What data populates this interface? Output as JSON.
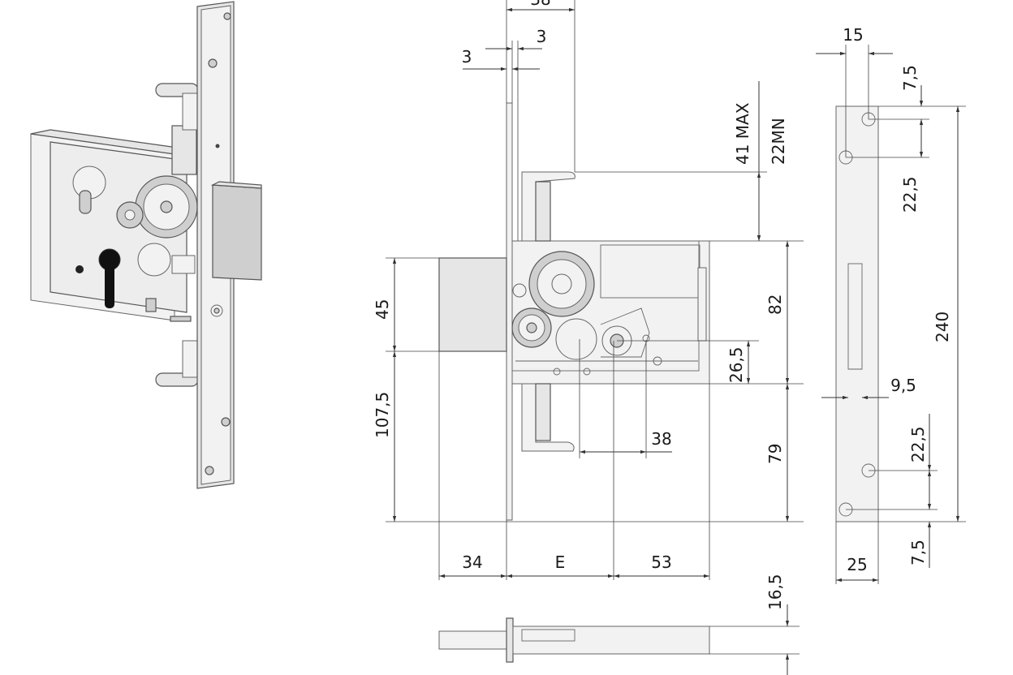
{
  "dimensions": {
    "front_top_38": "38",
    "front_3_left": "3",
    "front_3_right": "3",
    "max_41": "41 MAX",
    "min_22": "22MN",
    "height_45": "45",
    "height_107_5": "107,5",
    "height_82": "82",
    "height_26_5": "26,5",
    "height_79": "79",
    "width_38": "38",
    "bottom_34": "34",
    "bottom_e": "E",
    "bottom_53": "53",
    "thick_16_5": "16,5",
    "plate_15": "15",
    "plate_7_5_top": "7,5",
    "plate_22_5_top": "22,5",
    "plate_240": "240",
    "plate_9_5": "9,5",
    "plate_22_5_bottom": "22,5",
    "plate_7_5_bottom": "7,5",
    "plate_25": "25"
  }
}
